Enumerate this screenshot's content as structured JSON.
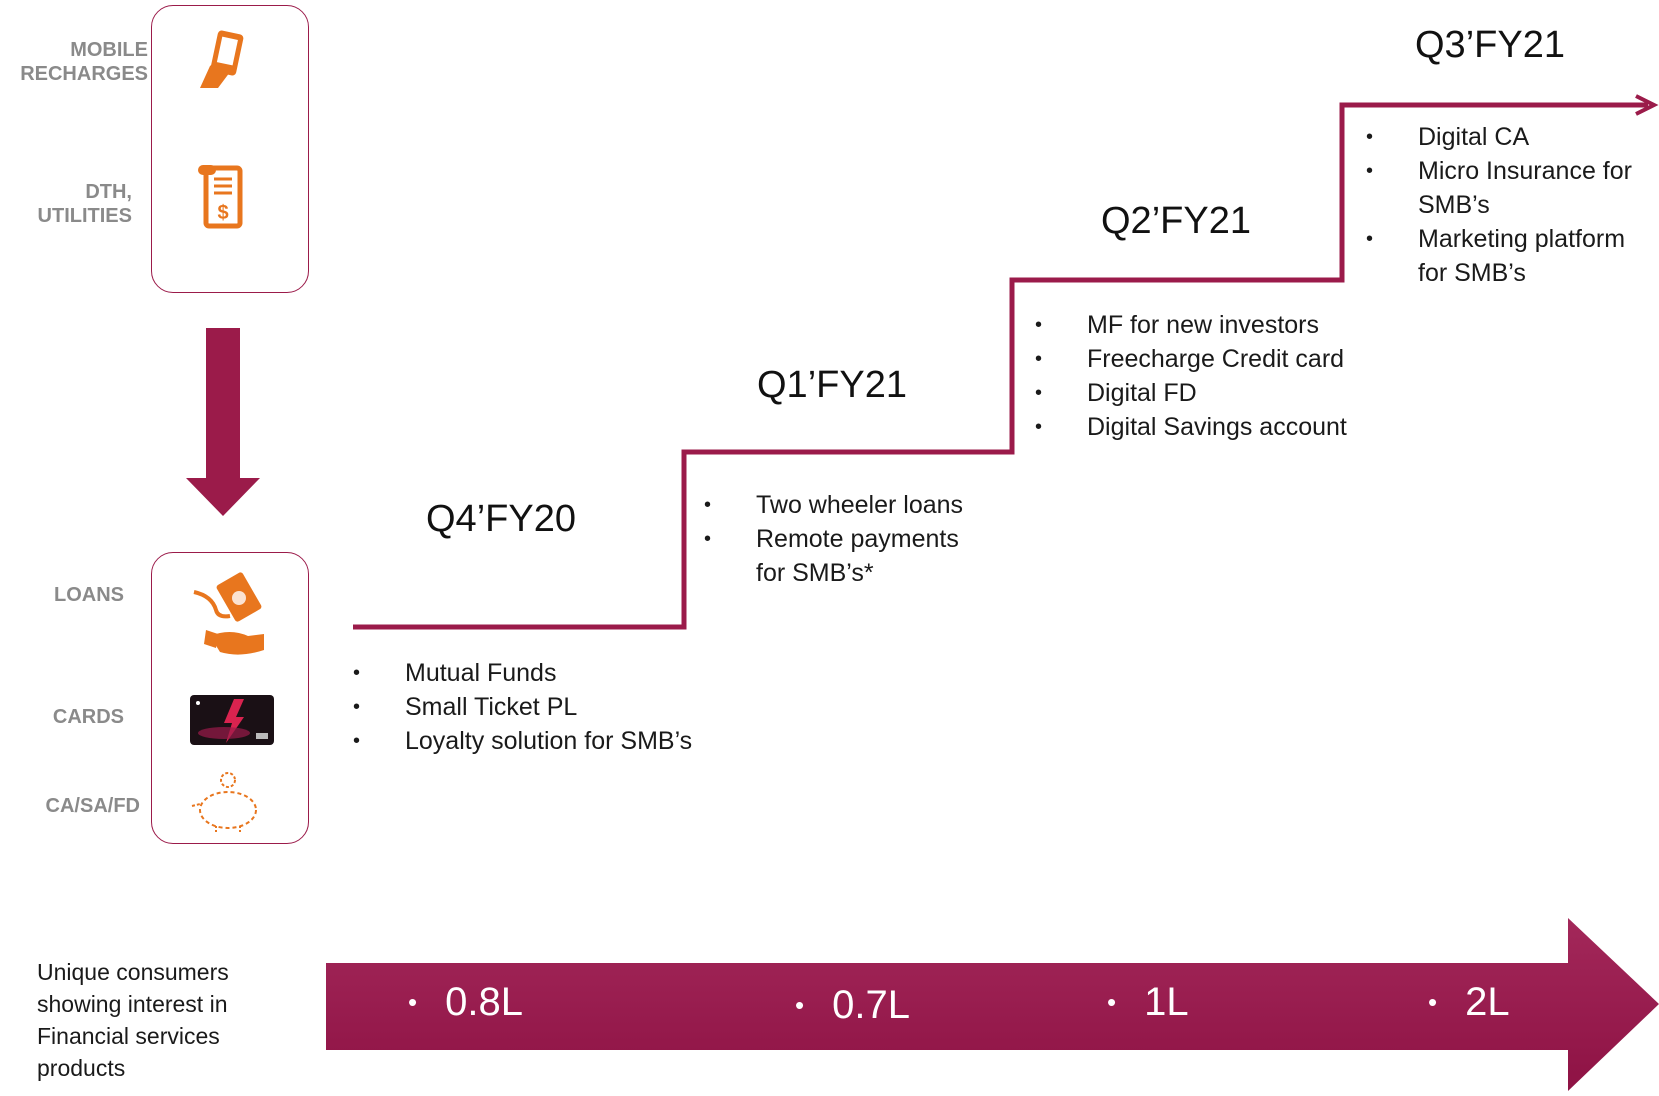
{
  "colors": {
    "accent": "#9b1b4a",
    "orange": "#e8761e",
    "label_gray": "#8a8a8a"
  },
  "top_panel": {
    "items": [
      {
        "label": "MOBILE\nRECHARGES",
        "icon": "mobile-phone-icon"
      },
      {
        "label": "DTH,\nUTILITIES",
        "icon": "bill-receipt-icon"
      }
    ]
  },
  "bottom_panel": {
    "items": [
      {
        "label": "LOANS",
        "icon": "hand-money-icon"
      },
      {
        "label": "CARDS",
        "icon": "credit-card-icon"
      },
      {
        "label": "CA/SA/FD",
        "icon": "piggy-bank-icon"
      }
    ]
  },
  "stages": [
    {
      "title": "Q4’FY20",
      "bullets": [
        "Mutual Funds",
        "Small Ticket PL",
        "Loyalty solution for SMB’s"
      ]
    },
    {
      "title": "Q1’FY21",
      "bullets": [
        "Two wheeler loans",
        "Remote payments\nfor SMB’s*"
      ]
    },
    {
      "title": "Q2’FY21",
      "bullets": [
        "MF for new investors",
        "Freecharge Credit card",
        "Digital FD",
        "Digital Savings account"
      ]
    },
    {
      "title": "Q3’FY21",
      "bullets": [
        "Digital CA",
        "Micro Insurance for\nSMB’s",
        "Marketing platform\nfor SMB’s"
      ]
    }
  ],
  "consumers": {
    "label": "Unique consumers showing interest in Financial services products",
    "values": [
      "0.8L",
      "0.7L",
      "1L",
      "2L"
    ]
  }
}
